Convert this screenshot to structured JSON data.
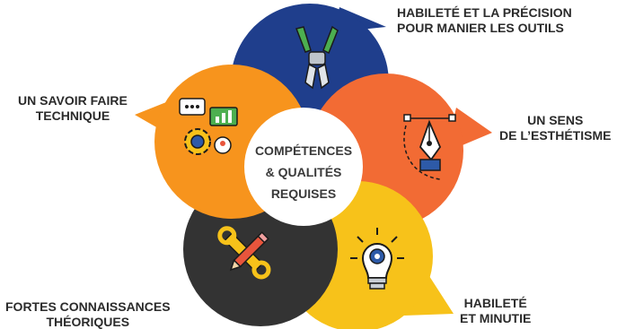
{
  "center": {
    "line1": "COMPÉTENCES",
    "line2": "& QUALITÉS",
    "line3": "REQUISES"
  },
  "segments": [
    {
      "id": "outils",
      "color": "#1f3e8c",
      "icon": "pliers-icon",
      "lines": [
        "HABILETÉ ET LA PRÉCISION",
        "POUR MANIER LES OUTILS"
      ]
    },
    {
      "id": "esthetisme",
      "color": "#f26b34",
      "icon": "pen-tool-icon",
      "lines": [
        "UN SENS",
        "DE L’ESTHÉTISME"
      ]
    },
    {
      "id": "minutie",
      "color": "#f7c21a",
      "icon": "lightbulb-gear-icon",
      "lines": [
        "HABILETÉ",
        "ET MINUTIE"
      ]
    },
    {
      "id": "theoriques",
      "color": "#333333",
      "icon": "pencil-wrench-icon",
      "lines": [
        "FORTES CONNAISSANCES",
        "THÉORIQUES"
      ]
    },
    {
      "id": "savoir-faire",
      "color": "#f7941d",
      "icon": "gears-chat-icon",
      "lines": [
        "UN SAVOIR FAIRE",
        "TECHNIQUE"
      ]
    }
  ]
}
